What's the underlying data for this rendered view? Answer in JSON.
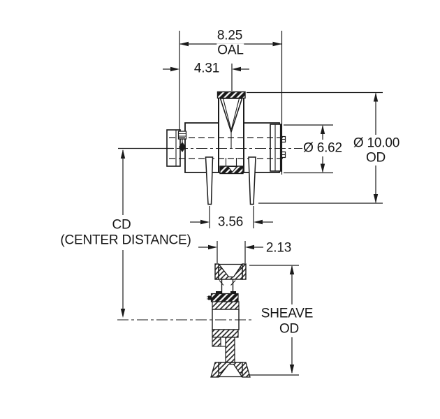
{
  "colors": {
    "line": "#1a1a1a",
    "background": "#ffffff"
  },
  "views": {
    "front_section": {
      "dim_oal_value": "8.25",
      "dim_oal_label": "OAL",
      "dim_hub_offset": "4.31",
      "dim_bushing_dia": "Ø 6.62",
      "dim_od_value": "Ø 10.00",
      "dim_od_label": "OD",
      "dim_flange_width": "3.56"
    },
    "center_distance": {
      "abbr": "CD",
      "label": "(CENTER DISTANCE)"
    },
    "side_profile": {
      "dim_rim_width": "2.13",
      "sheave_od_line1": "SHEAVE",
      "sheave_od_line2": "OD"
    }
  }
}
